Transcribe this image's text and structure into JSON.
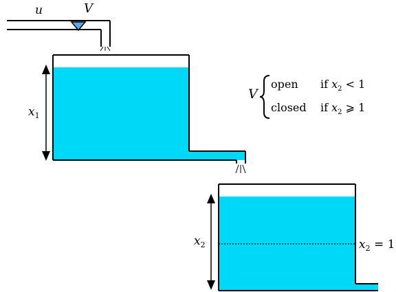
{
  "labels": {
    "inflow": "u",
    "valve": "V",
    "level1": "x",
    "level1_sub": "1",
    "level2": "x",
    "level2_sub": "2",
    "threshold_var": "x",
    "threshold_sub": "2",
    "threshold_rest": " = 1"
  },
  "valve_rule": {
    "name": "V",
    "open_word": "open",
    "open_cond_prefix": "if ",
    "open_cond_var": "x",
    "open_cond_sub": "2",
    "open_cond_rest": " < 1",
    "closed_word": "closed",
    "closed_cond_prefix": "if ",
    "closed_cond_var": "x",
    "closed_cond_sub": "2",
    "closed_cond_rest": " ⩾ 1"
  },
  "colors": {
    "water": "#00d8f8",
    "valve": "#5aa8e8",
    "line": "#000000"
  }
}
